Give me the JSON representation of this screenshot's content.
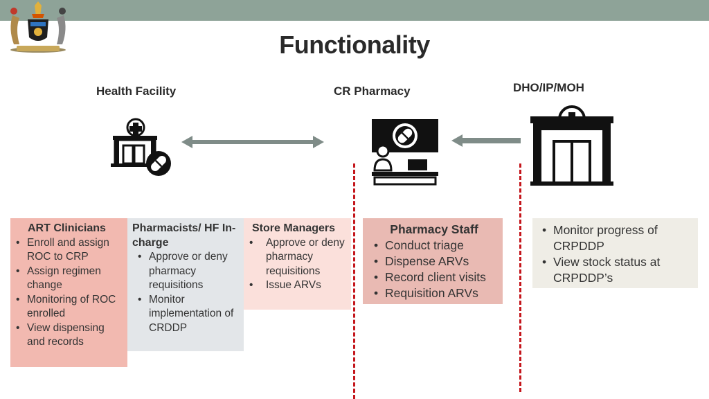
{
  "title": "Functionality",
  "columns": {
    "health_facility": "Health Facility",
    "cr_pharmacy": "CR Pharmacy",
    "dho": "DHO/IP/MOH"
  },
  "boxes": {
    "art": {
      "heading": "ART Clinicians",
      "items": [
        "Enroll and assign ROC to CRP",
        "Assign regimen change",
        "Monitoring of ROC enrolled",
        "View dispensing and records"
      ]
    },
    "pharmacists": {
      "heading": "Pharmacists/ HF In-charge",
      "items": [
        "Approve or deny pharmacy requisitions",
        "Monitor implementation of CRDDP"
      ]
    },
    "store": {
      "heading": "Store Managers",
      "items": [
        "Approve or deny pharmacy requisitions",
        "Issue ARVs"
      ]
    },
    "pharmacy_staff": {
      "heading": "Pharmacy Staff",
      "items": [
        "Conduct triage",
        "Dispense ARVs",
        "Record client visits",
        "Requisition ARVs"
      ]
    },
    "dho": {
      "items": [
        "Monitor progress of CRPDDP",
        "View stock status at CRPDDP’s"
      ]
    }
  },
  "colors": {
    "topbar": "#8ea398",
    "art_bg": "#f2b9b0",
    "pharmacists_bg": "#e3e6e9",
    "store_bg": "#fbe0db",
    "pharmacy_staff_bg": "#e9bab3",
    "dho_bg": "#efede6",
    "dashed_line": "#c4161c",
    "arrow": "#7f8c88"
  },
  "icons": [
    "coat-of-arms-logo",
    "health-facility-pill-icon",
    "pharmacy-counter-icon",
    "hospital-building-icon",
    "double-headed-arrow-icon",
    "left-arrow-icon"
  ]
}
